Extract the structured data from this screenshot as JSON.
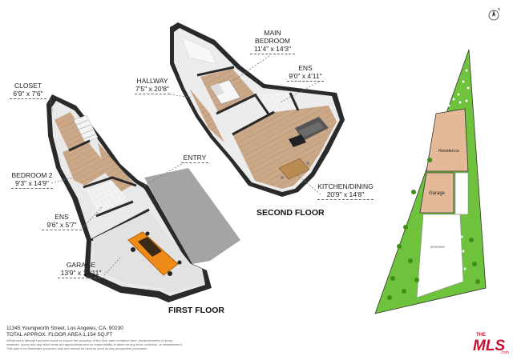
{
  "labels": {
    "closet": {
      "name": "CLOSET",
      "dim": "6'9\" x 7'6\""
    },
    "bedroom2": {
      "name": "BEDROOM 2",
      "dim": "9'3\" x 14'9\""
    },
    "ens1": {
      "name": "ENS",
      "dim": "9'6\" x 5'7\""
    },
    "garage": {
      "name": "GARAGE",
      "dim": "13'9\" x 18'11\""
    },
    "entry": {
      "name": "ENTRY"
    },
    "hallway": {
      "name": "HALLWAY",
      "dim": "7'5\" x 20'8\""
    },
    "main_bedroom": {
      "name": "MAIN\nBEDROOM",
      "line1": "MAIN",
      "line2": "BEDROOM",
      "dim": "11'4\" x 14'3\""
    },
    "ens2": {
      "name": "ENS",
      "dim": "9'0\" x 4'11\""
    },
    "kitchen": {
      "name": "KITCHEN/DINING",
      "dim": "20'9\" x 14'8\""
    }
  },
  "floors": {
    "first": "FIRST FLOOR",
    "second": "SECOND FLOOR"
  },
  "site_plan": {
    "residence": "Residence",
    "garage": "Garage",
    "driveway": "DRIVEWAY"
  },
  "north_label": "N",
  "footer": {
    "address": "11345 Youngworth Street, Los Angeles, CA, 90230",
    "area": "TOTAL APPROX. FLOOR AREA 1,154 SQ.FT",
    "disclaimer1": "Whilst every attempt has been made to ensure the accuracy of the floor plan contained here, measurements of doors,",
    "disclaimer2": "windows, rooms and any other items are approximate and no responsibility is taken for any error, omission, or misstatement.",
    "disclaimer3": "This plan is for illustrative purposes only and should be used as such by any prospective purchaser."
  },
  "logo": {
    "top": "THE",
    "main": "MLS",
    "suffix": ".com"
  },
  "colors": {
    "wall": "#2b2b2b",
    "wood": "#c8a98a",
    "tile": "#f2f2f2",
    "lawn": "#6fc23b",
    "lawn_dark": "#4fa020",
    "residence": "#e3b998",
    "car": "#f08a1a",
    "concrete": "#a3a3a3"
  }
}
